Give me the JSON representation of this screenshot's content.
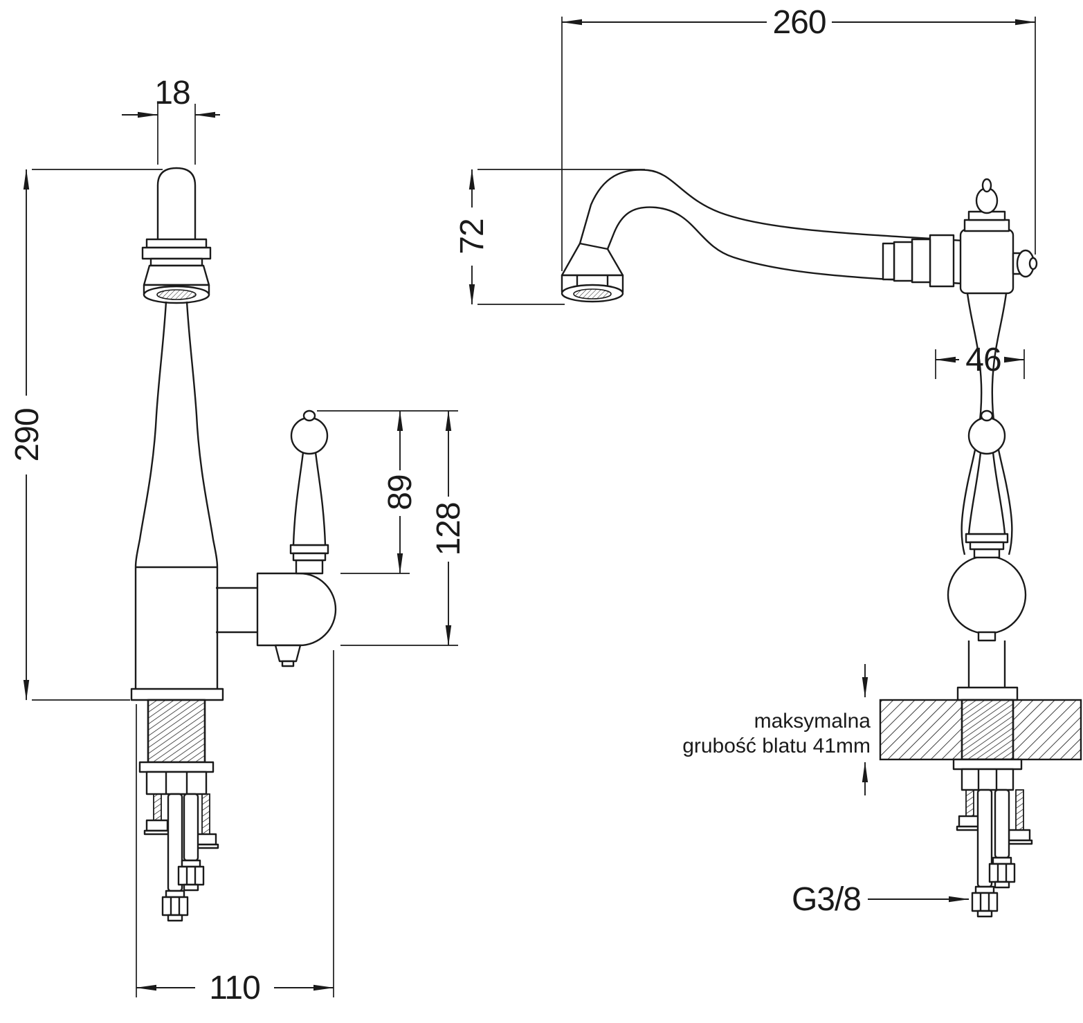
{
  "drawing": {
    "subject": "kitchen-faucet-technical-drawing",
    "line_color": "#1a1a1a",
    "background_color": "#ffffff"
  },
  "side_view": {
    "dims": {
      "spout_top_width_mm": "18",
      "overall_height_mm": "290",
      "lever_to_body_top_mm": "89",
      "lever_to_body_bottom_mm": "128",
      "base_span_mm": "110"
    }
  },
  "front_view": {
    "dims": {
      "spout_reach_mm": "260",
      "spout_drop_mm": "72",
      "body_width_mm": "46"
    },
    "counter_note": {
      "line1": "maksymalna",
      "line2": "grubość blatu 41mm"
    },
    "thread_label": "G3/8"
  }
}
